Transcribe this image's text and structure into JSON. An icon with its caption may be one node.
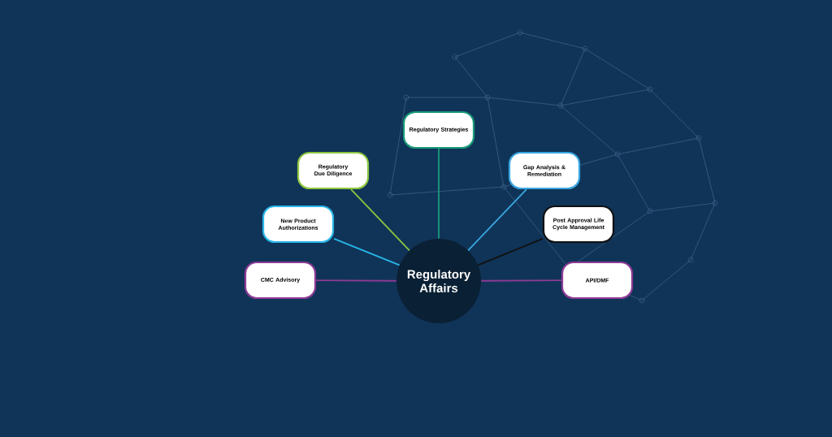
{
  "diagram": {
    "nodes": [
      {
        "text": [
          "Regulatory Affairs"
        ]
      },
      {
        "text": [
          "Regulatory Strategies"
        ]
      },
      {
        "text": [
          "Regulatory Due Diligence"
        ]
      },
      {
        "text": [
          "Gap Analysis & Remediation"
        ]
      },
      {
        "text": [
          "New Product Authorizations"
        ]
      },
      {
        "text": [
          "Post Approval Life Cycle Management"
        ]
      },
      {
        "text": [
          "CMC Advisory"
        ]
      },
      {
        "text": [
          "API/DMF"
        ]
      }
    ],
    "edges": [
      {
        "from": 0,
        "to": 1,
        "arrow": "none",
        "color": "#1a9a7a"
      },
      {
        "from": 0,
        "to": 2,
        "arrow": "none",
        "color": "#8cc63f"
      },
      {
        "from": 0,
        "to": 3,
        "arrow": "none",
        "color": "#3aa6e0"
      },
      {
        "from": 0,
        "to": 4,
        "arrow": "none",
        "color": "#29b6e8"
      },
      {
        "from": 0,
        "to": 5,
        "arrow": "none",
        "color": "#111111"
      },
      {
        "from": 0,
        "to": 6,
        "arrow": "none",
        "color": "#8e3b96"
      },
      {
        "from": 0,
        "to": 7,
        "arrow": "none",
        "color": "#8e3b96"
      }
    ]
  }
}
